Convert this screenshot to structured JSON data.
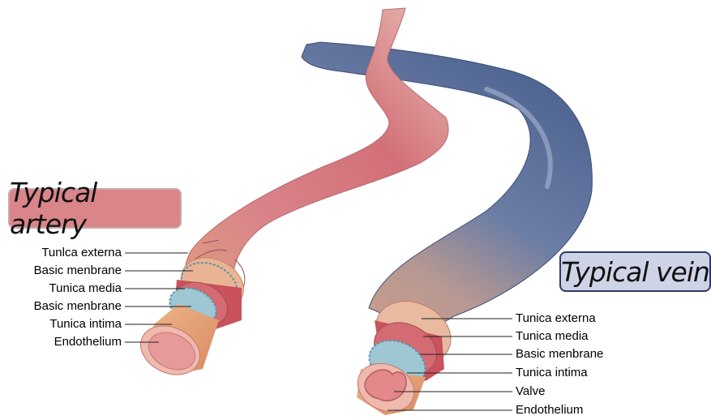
{
  "artery": {
    "title": "Typical artery",
    "labels": [
      "Tunlca externa",
      "Basic menbrane",
      "Tunica media",
      "Basic menbrane",
      "Tunica intima",
      "Endothelium"
    ]
  },
  "vein": {
    "title": "Typical vein",
    "labels": [
      "Tunica externa",
      "Tunica media",
      "Basic menbrane",
      "Tunica intima",
      "Valve",
      "Endothelium"
    ]
  },
  "colors": {
    "artery_badge_fill": "#d9858a",
    "artery_badge_border": "#c9a9aa",
    "vein_badge_fill": "#cfd3e6",
    "vein_badge_border": "#2d3a63",
    "artery_body": "#d4707a",
    "vein_body": "#5a6d96",
    "media_layer": "#c9525c",
    "intima_layer": "#e6a478",
    "membrane": "#7fb6c8"
  }
}
